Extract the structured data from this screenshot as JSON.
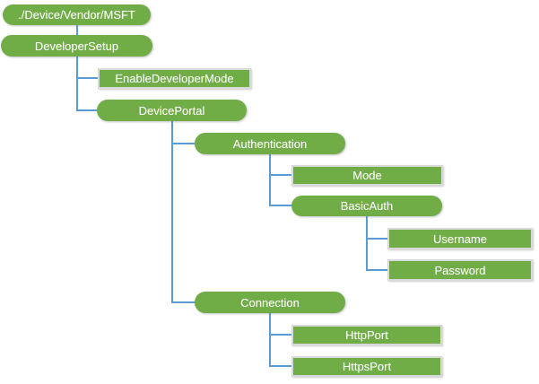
{
  "diagram": {
    "type": "tree",
    "colors": {
      "node_fill": "#70AD47",
      "node_text": "#FFFFFF",
      "connector": "#5B9BD5",
      "rect_border": "#D9D9D9",
      "background": "#FFFFFF"
    },
    "nodes": [
      {
        "label": "./Device/Vendor/MSFT",
        "shape": "rounded",
        "parent": null
      },
      {
        "label": "DeveloperSetup",
        "shape": "rounded",
        "parent": "./Device/Vendor/MSFT"
      },
      {
        "label": "EnableDeveloperMode",
        "shape": "rect",
        "parent": "DeveloperSetup"
      },
      {
        "label": "DevicePortal",
        "shape": "rounded",
        "parent": "DeveloperSetup"
      },
      {
        "label": "Authentication",
        "shape": "rounded",
        "parent": "DevicePortal"
      },
      {
        "label": "Mode",
        "shape": "rect",
        "parent": "Authentication"
      },
      {
        "label": "BasicAuth",
        "shape": "rounded",
        "parent": "Authentication"
      },
      {
        "label": "Username",
        "shape": "rect",
        "parent": "BasicAuth"
      },
      {
        "label": "Password",
        "shape": "rect",
        "parent": "BasicAuth"
      },
      {
        "label": "Connection",
        "shape": "rounded",
        "parent": "DevicePortal"
      },
      {
        "label": "HttpPort",
        "shape": "rect",
        "parent": "Connection"
      },
      {
        "label": "HttpsPort",
        "shape": "rect",
        "parent": "Connection"
      }
    ]
  }
}
